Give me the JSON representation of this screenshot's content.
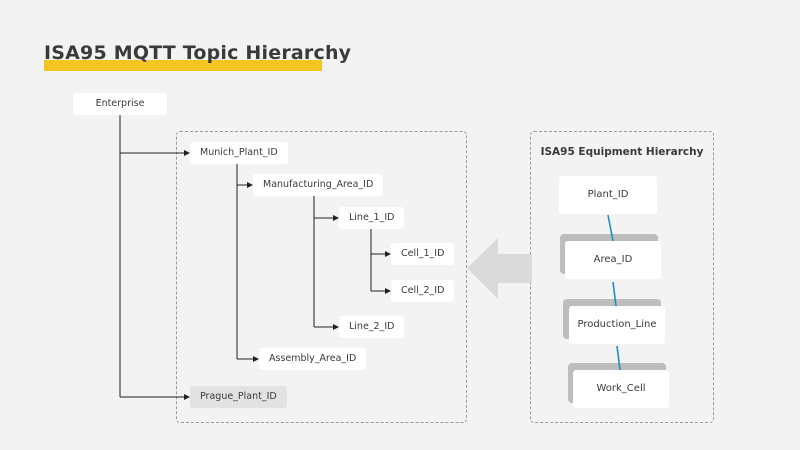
{
  "title": "ISA95 MQTT Topic Hierarchy",
  "topic_tree": {
    "enterprise": "Enterprise",
    "munich_plant": "Munich_Plant_ID",
    "manufacturing_area": "Manufacturing_Area_ID",
    "line_1": "Line_1_ID",
    "cell_1": "Cell_1_ID",
    "cell_2": "Cell_2_ID",
    "line_2": "Line_2_ID",
    "assembly_area": "Assembly_Area_ID",
    "prague_plant": "Prague_Plant_ID"
  },
  "equipment_hierarchy": {
    "title": "ISA95 Equipment Hierarchy",
    "levels": [
      "Plant_ID",
      "Area_ID",
      "Production_Line",
      "Work_Cell"
    ]
  },
  "colors": {
    "accent_yellow": "#f2c521",
    "connector_blue": "#1f8fc0",
    "arrow_gray": "#dadada"
  }
}
